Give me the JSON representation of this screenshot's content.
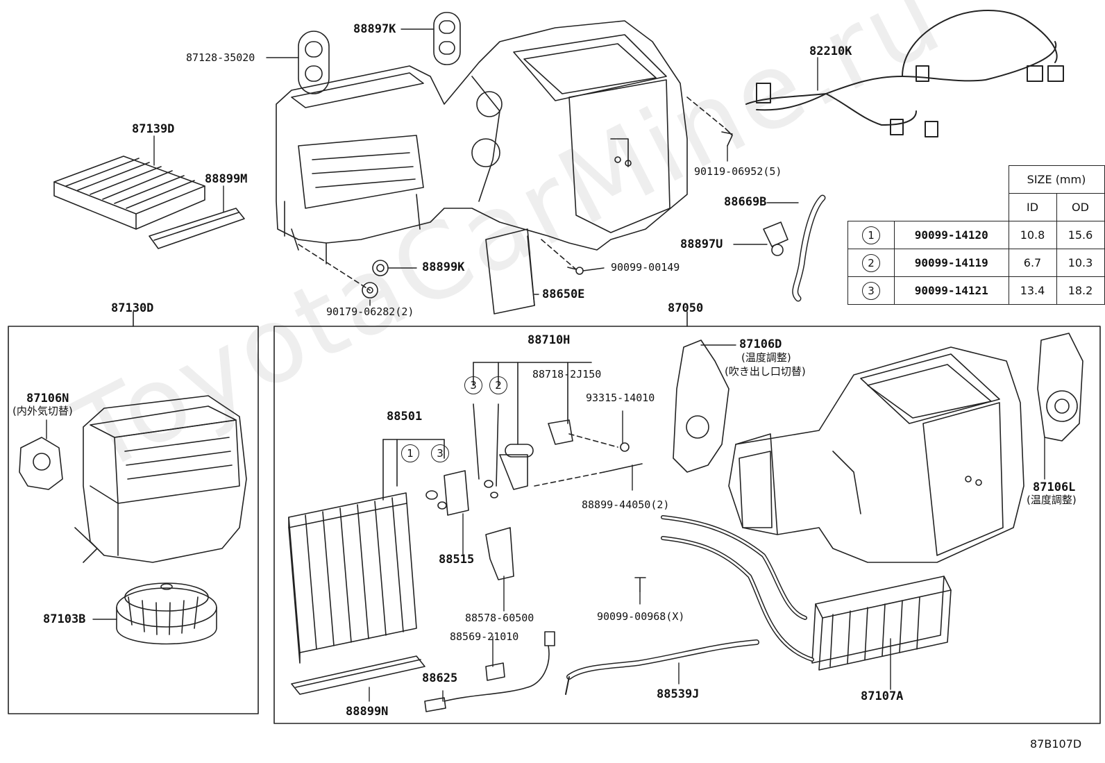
{
  "watermark": "ToyotaCarMine.ru",
  "diagram_code": "87B107D",
  "labels": {
    "p88897K": "88897K",
    "p87128": "87128-35020",
    "p82210K": "82210K",
    "p87139D": "87139D",
    "p88899M": "88899M",
    "p90119": "90119-06952(5)",
    "p88669B": "88669B",
    "p88897U": "88897U",
    "p88899K": "88899K",
    "p90099_00149": "90099-00149",
    "p88650E": "88650E",
    "p90179": "90179-06282(2)",
    "p87130D": "87130D",
    "p87050": "87050",
    "p87106N": "87106N",
    "p87106N_note": "(内外気切替)",
    "p87103B": "87103B",
    "p88710H": "88710H",
    "p88718": "88718-2J150",
    "p93315": "93315-14010",
    "p88501": "88501",
    "p87106D": "87106D",
    "p87106D_note1": "(温度調整)",
    "p87106D_note2": "(吹き出し口切替)",
    "p88899_44050": "88899-44050(2)",
    "p88515": "88515",
    "p87106L": "87106L",
    "p87106L_note": "(温度調整)",
    "p88578": "88578-60500",
    "p90099_00968": "90099-00968(X)",
    "p88569": "88569-21010",
    "p88625": "88625",
    "p88539J": "88539J",
    "p87107A": "87107A",
    "p88899N": "88899N",
    "c1": "1",
    "c2": "2",
    "c3": "3"
  },
  "size_table": {
    "title": "SIZE (mm)",
    "col_id": "ID",
    "col_od": "OD",
    "rows": [
      {
        "mark": "1",
        "part": "90099-14120",
        "id": "10.8",
        "od": "15.6"
      },
      {
        "mark": "2",
        "part": "90099-14119",
        "id": "6.7",
        "od": "10.3"
      },
      {
        "mark": "3",
        "part": "90099-14121",
        "id": "13.4",
        "od": "18.2"
      }
    ]
  }
}
